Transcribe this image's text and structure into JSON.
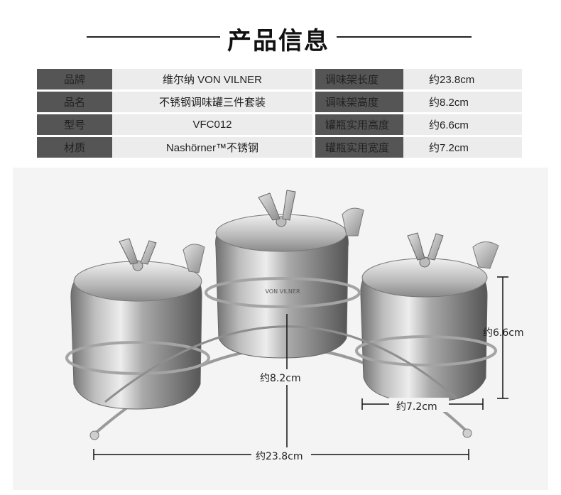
{
  "header": {
    "title": "产品信息"
  },
  "specs": [
    {
      "label": "品牌",
      "value": "维尔纳 VON VILNER",
      "label2": "调味架长度",
      "value2": "约23.8cm"
    },
    {
      "label": "品名",
      "value": "不锈钢调味罐三件套装",
      "label2": "调味架高度",
      "value2": "约8.2cm"
    },
    {
      "label": "型号",
      "value": "VFC012",
      "label2": "罐瓶实用高度",
      "value2": "约6.6cm"
    },
    {
      "label": "材质",
      "value": "Nashörner™不锈钢",
      "label2": "罐瓶实用宽度",
      "value2": "约7.2cm"
    }
  ],
  "photo": {
    "brand_engraving": "VON VILNER",
    "dimensions": {
      "jar_height": "约6.6cm",
      "rack_height": "约8.2cm",
      "jar_width": "约7.2cm",
      "rack_length": "约23.8cm"
    }
  }
}
